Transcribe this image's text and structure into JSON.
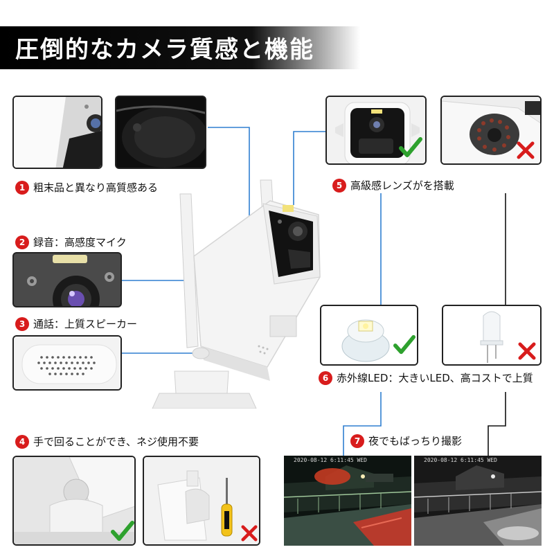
{
  "banner": {
    "title": "圧倒的なカメラ質感と機能"
  },
  "features": [
    {
      "number": "1",
      "text": "粗末品と異なり高質感ある"
    },
    {
      "number": "2",
      "text": "録音：高感度マイク"
    },
    {
      "number": "3",
      "text": "通話：上質スピーカー"
    },
    {
      "number": "4",
      "text": "手で回ることができ、ネジ使用不要"
    },
    {
      "number": "5",
      "text": "高級感レンズがを搭載"
    },
    {
      "number": "6",
      "text": "赤外線LED：大きいLED、高コストで上質"
    },
    {
      "number": "7",
      "text": "夜でもばっちり撮影"
    }
  ],
  "night_shots": [
    {
      "timestamp": "2020-08-12 6:11:45 WED"
    },
    {
      "timestamp": "2020-08-12 6:11:45 WED"
    }
  ],
  "icons": {
    "good": "check-mark-icon",
    "bad": "x-mark-icon"
  },
  "colors": {
    "accent_red": "#d81c1c",
    "check_green": "#2ea12e",
    "connector_blue": "#2f7fd0",
    "banner_black": "#000000"
  }
}
